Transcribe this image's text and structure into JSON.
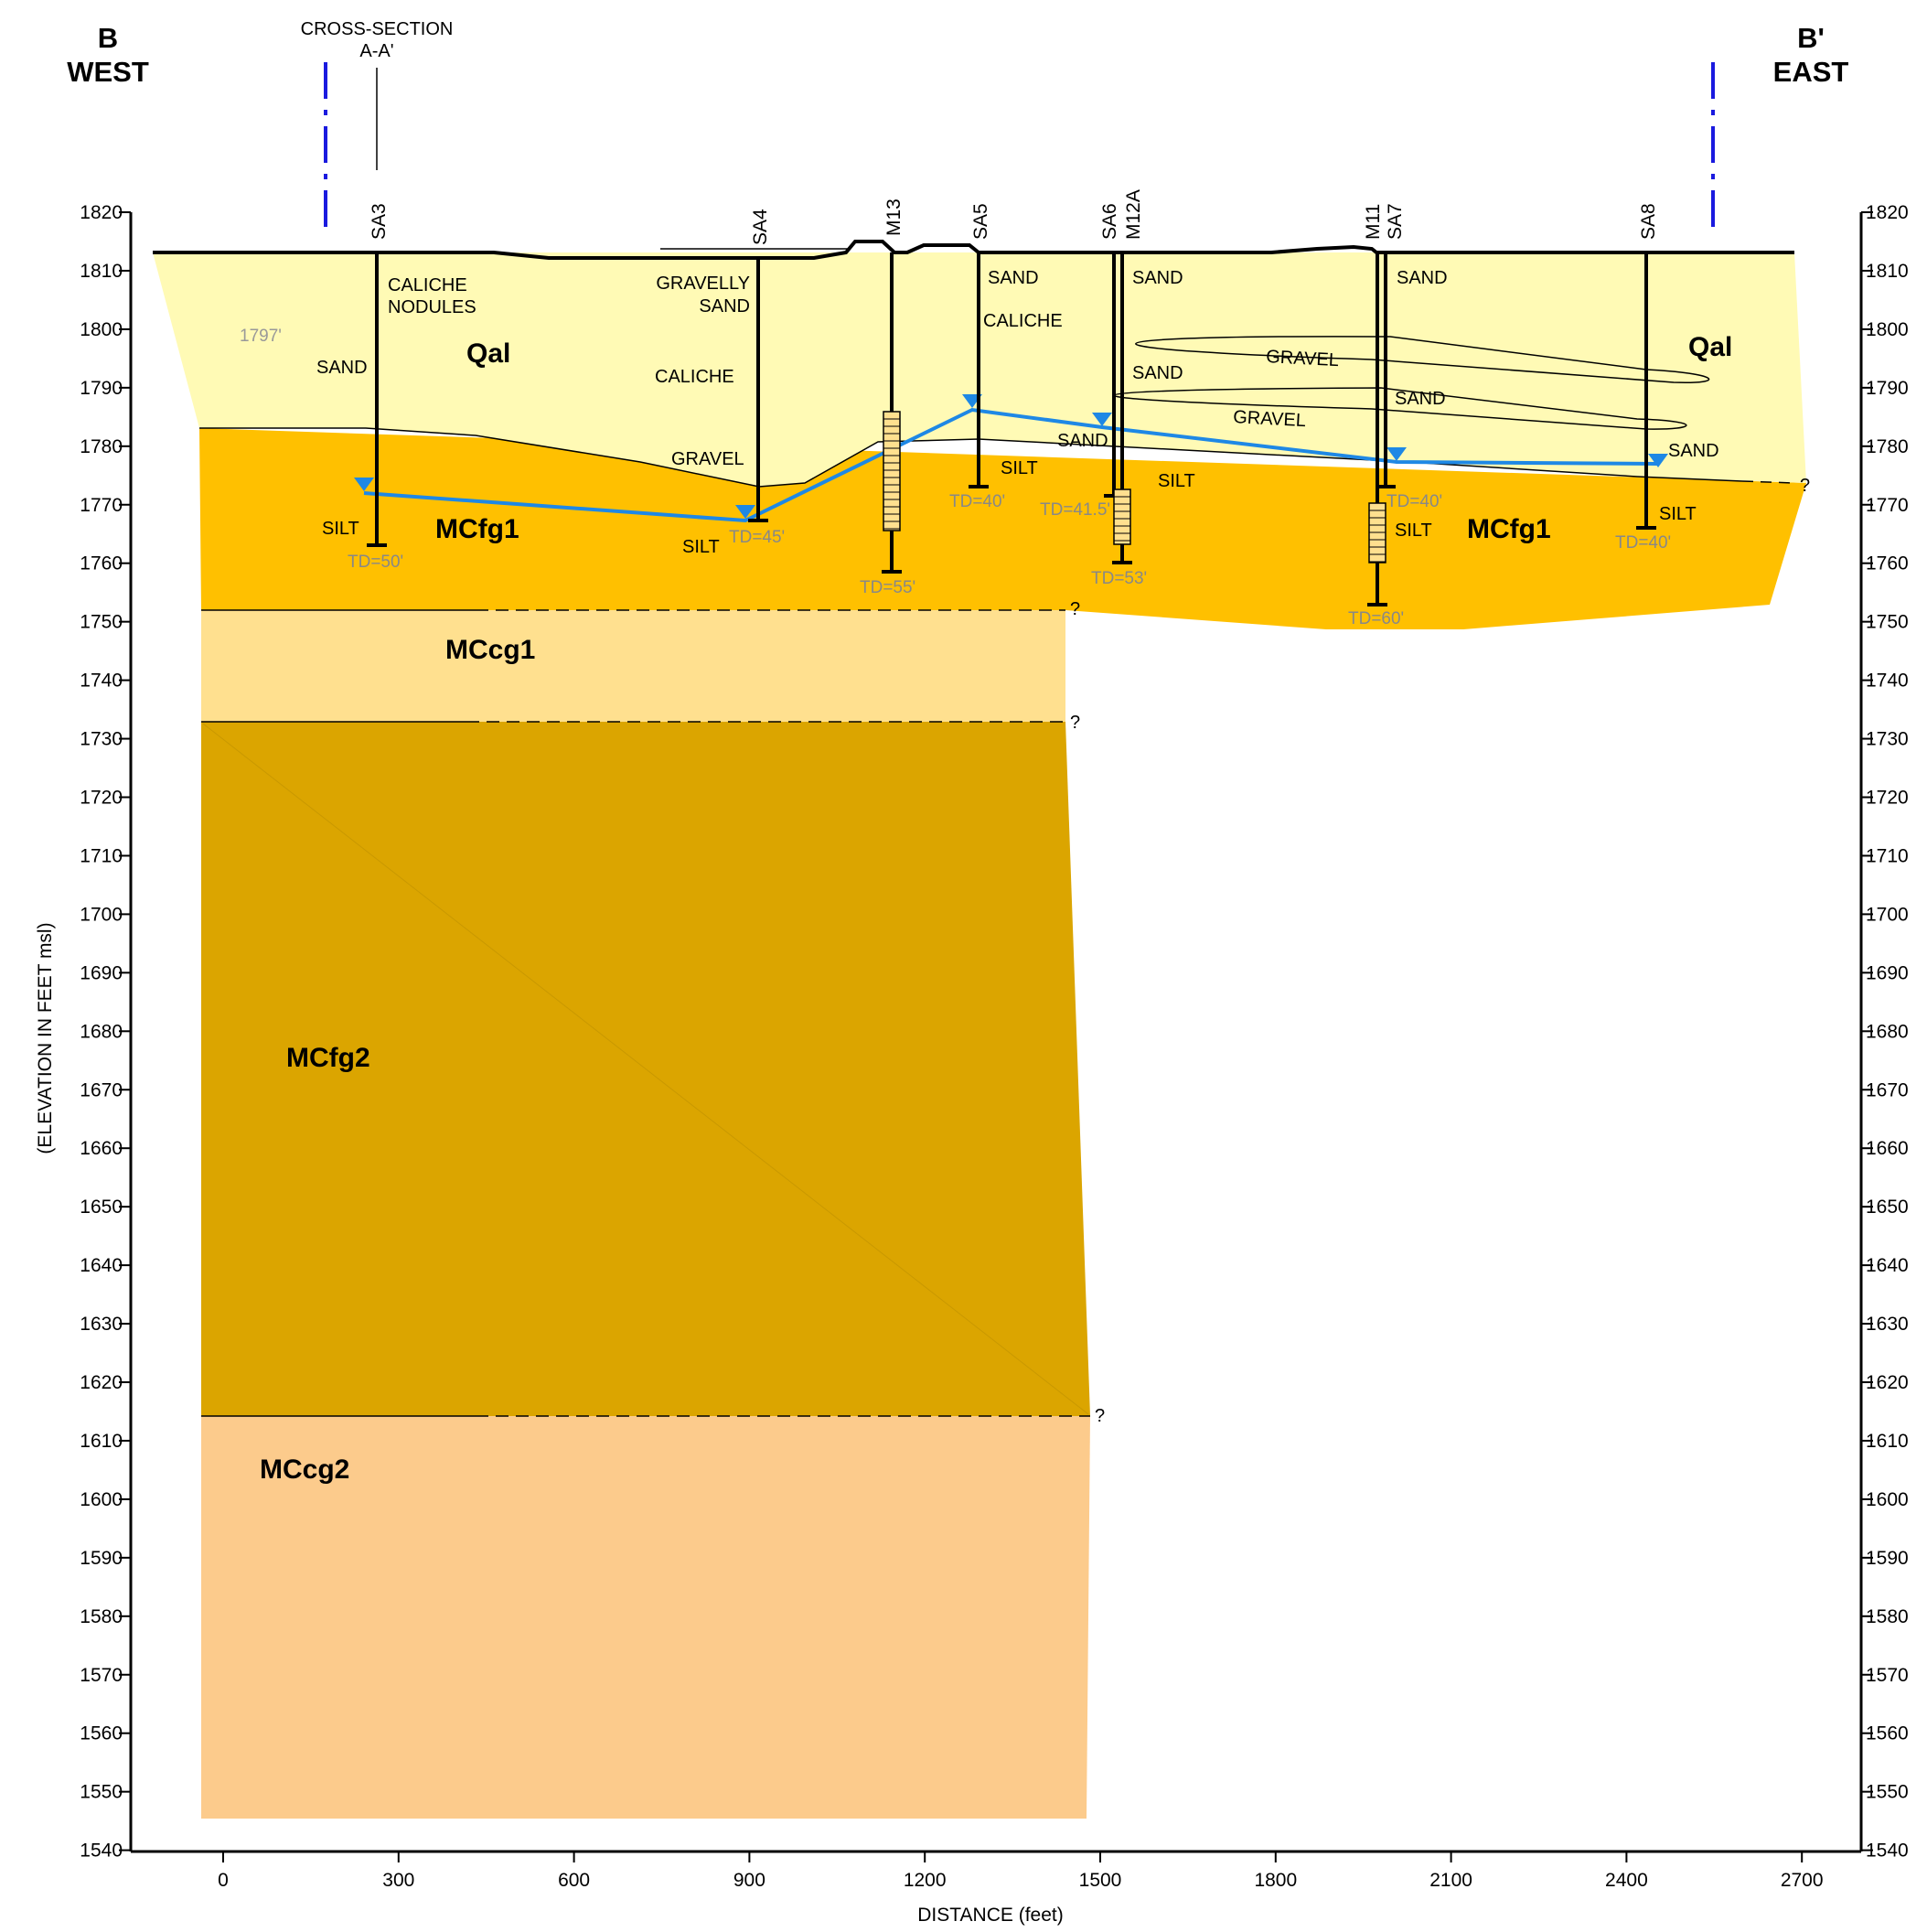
{
  "header": {
    "west_letter": "B",
    "west_label": "WEST",
    "east_letter": "B'",
    "east_label": "EAST",
    "crossing_label_1": "CROSS-SECTION",
    "crossing_label_2": "A-A'"
  },
  "axes": {
    "x_label": "DISTANCE (feet)",
    "y_label": "(ELEVATION IN FEET msl)",
    "x_ticks": [
      "0",
      "300",
      "600",
      "900",
      "1200",
      "1500",
      "1800",
      "2100",
      "2400",
      "2700"
    ],
    "y_ticks": [
      "1820",
      "1810",
      "1800",
      "1790",
      "1780",
      "1770",
      "1760",
      "1750",
      "1740",
      "1730",
      "1720",
      "1710",
      "1700",
      "1690",
      "1680",
      "1670",
      "1660",
      "1650",
      "1640",
      "1630",
      "1620",
      "1610",
      "1600",
      "1590",
      "1580",
      "1570",
      "1560",
      "1550",
      "1540"
    ]
  },
  "units": {
    "qal_west": "Qal",
    "qal_east": "Qal",
    "mcfg1_west": "MCfg1",
    "mcfg1_east": "MCfg1",
    "mccg1": "MCcg1",
    "mcfg2": "MCfg2",
    "mccg2": "MCcg2"
  },
  "colors": {
    "qal": "#fffab5",
    "mcfg1": "#ffc000",
    "mccg1": "#ffe08f",
    "mcfg2": "#dba500",
    "mccg2": "#fccb8c",
    "water_level": "#1e88e5",
    "section_marker": "#1a1adf"
  },
  "wells": [
    {
      "name": "SA3",
      "td": "TD=50'"
    },
    {
      "name": "SA4",
      "td": "TD=45'"
    },
    {
      "name": "M13",
      "td": "TD=55'"
    },
    {
      "name": "SA5",
      "td": "TD=40'"
    },
    {
      "name": "SA6",
      "td": "TD=41.5'"
    },
    {
      "name": "M12A",
      "td": "TD=53'"
    },
    {
      "name": "M11",
      "td": "TD=60'"
    },
    {
      "name": "SA7",
      "td": "TD=40'"
    },
    {
      "name": "SA8",
      "td": "TD=40'"
    }
  ],
  "lithology": {
    "sa3_caliche": "CALICHE",
    "sa3_nodules": "NODULES",
    "sa3_sand": "SAND",
    "sa3_silt": "SILT",
    "elev_1797": "1797'",
    "sa4_gravelly": "GRAVELLY",
    "sa4_sand": "SAND",
    "sa4_caliche": "CALICHE",
    "sa4_gravel": "GRAVEL",
    "sa4_silt": "SILT",
    "sa5_sand": "SAND",
    "sa5_caliche": "CALICHE",
    "sa5_silt": "SILT",
    "sa6_sand_top": "SAND",
    "sa6_sand_mid": "SAND",
    "sa6_sand_low": "SAND",
    "sa6_silt": "SILT",
    "gravel_1": "GRAVEL",
    "gravel_2": "GRAVEL",
    "sa7_sand_top": "SAND",
    "sa7_sand_mid": "SAND",
    "sa7_silt": "SILT",
    "sa8_sand": "SAND",
    "sa8_silt": "SILT"
  },
  "query_marks": [
    "?",
    "?",
    "?",
    "?"
  ]
}
